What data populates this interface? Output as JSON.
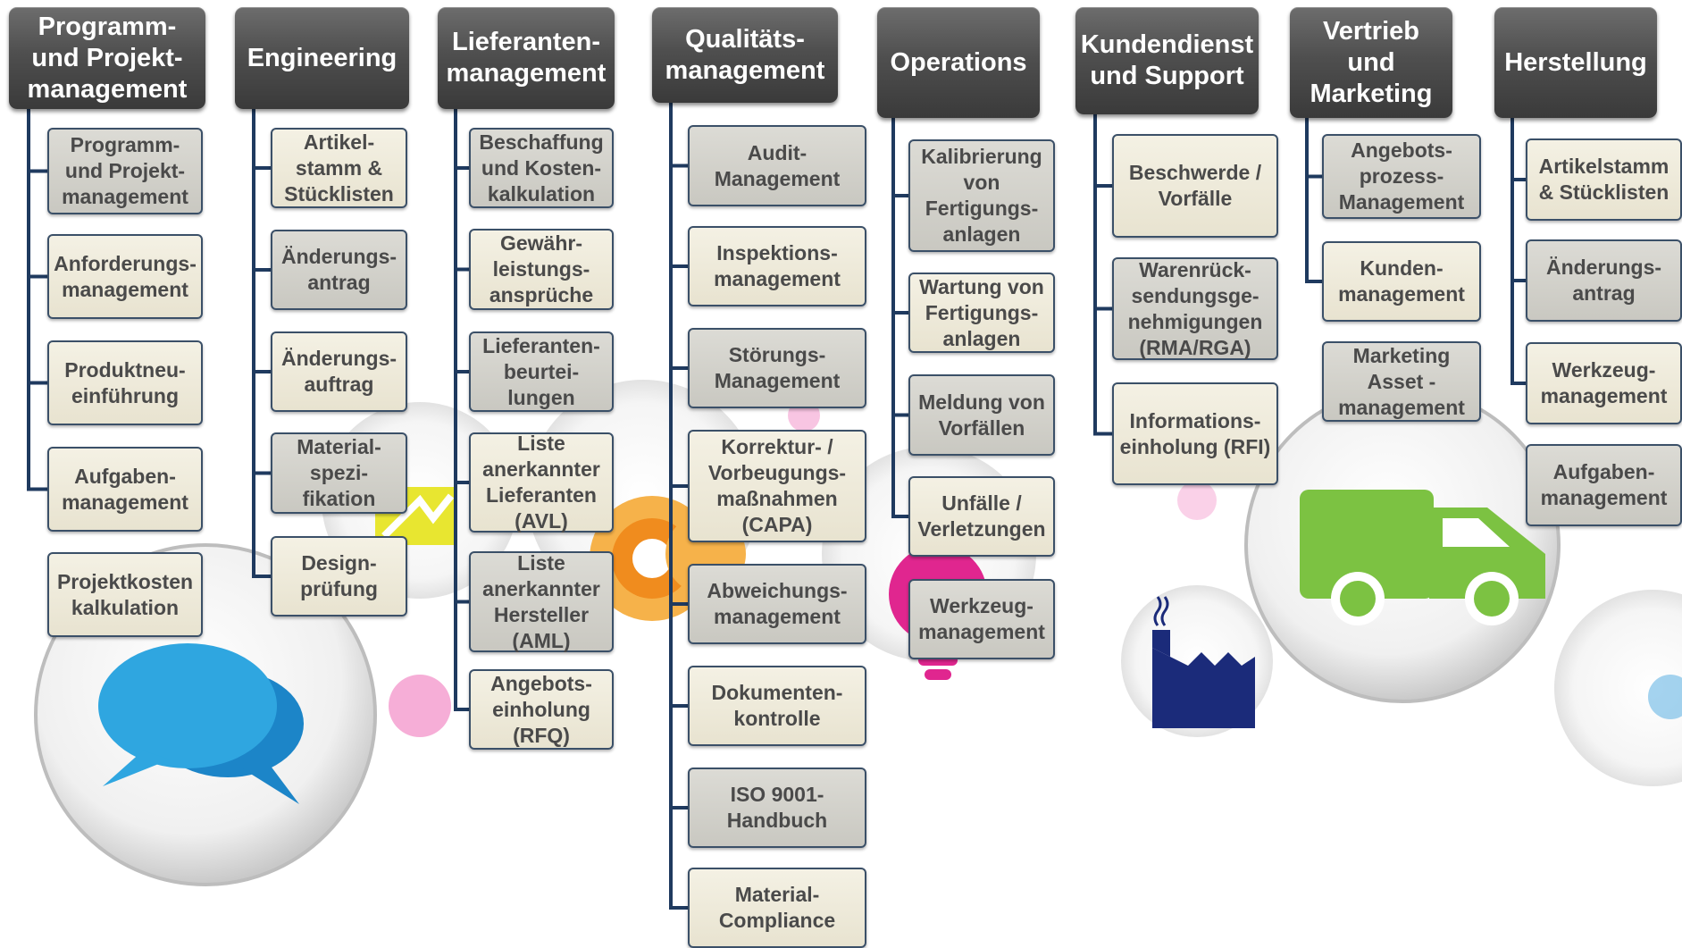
{
  "columns": [
    {
      "title": "Programm-\nund Projekt-\nmanagement",
      "items": [
        "Programm-\nund Projekt-\nmanagement",
        "Anforderungs-\nmanagement",
        "Produktneu-\neinführung",
        "Aufgaben-\nmanagement",
        "Projektkosten\nkalkulation"
      ]
    },
    {
      "title": "Engineering",
      "items": [
        "Artikel-\nstamm &\nStücklisten",
        "Änderungs-\nantrag",
        "Änderungs-\nauftrag",
        "Material-\nspezi-\nfikation",
        "Design-\nprüfung"
      ]
    },
    {
      "title": "Lieferanten-\nmanagement",
      "items": [
        "Beschaffung\nund Kosten-\nkalkulation",
        "Gewähr-\nleistungs-\nansprüche",
        "Lieferanten-\nbeurtei-\nlungen",
        "Liste\nanerkannter\nLieferanten\n(AVL)",
        "Liste\nanerkannter\nHersteller\n(AML)",
        "Angebots-\neinholung\n(RFQ)"
      ]
    },
    {
      "title": "Qualitäts-\nmanagement",
      "items": [
        "Audit-\nManagement",
        "Inspektions-\nmanagement",
        "Störungs-\nManagement",
        "Korrektur- /\nVorbeugungs-\nmaßnahmen\n(CAPA)",
        "Abweichungs-\nmanagement",
        "Dokumenten-\nkontrolle",
        "ISO 9001-\nHandbuch",
        "Material-\nCompliance"
      ]
    },
    {
      "title": "Operations",
      "items": [
        "Kalibrierung\nvon\nFertigungs-\nanlagen",
        "Wartung von\nFertigungs-\nanlagen",
        "Meldung von\nVorfällen",
        "Unfälle /\nVerletzungen",
        "Werkzeug-\nmanagement"
      ]
    },
    {
      "title": "Kundendienst\nund Support",
      "items": [
        "Beschwerde /\nVorfälle",
        "Warenrück-\nsendungsge-\nnehmigungen\n(RMA/RGA)",
        "Informations-\neinholung (RFI)"
      ]
    },
    {
      "title": "Vertrieb\nund\nMarketing",
      "items": [
        "Angebots-\nprozess-\nManagement",
        "Kunden-\nmanagement",
        "Marketing\nAsset -\nmanagement"
      ]
    },
    {
      "title": "Herstellung",
      "items": [
        "Artikelstamm\n& Stücklisten",
        "Änderungs-\nantrag",
        "Werkzeug-\nmanagement",
        "Aufgaben-\nmanagement"
      ]
    }
  ],
  "colors": {
    "header_bg": "#4f4f4f",
    "box_light": "#efebdc",
    "box_grey": "#d2d1ca",
    "box_border": "#3b5068",
    "connector": "#1f3a5f",
    "text_dark": "#4a4a4a"
  },
  "background_icons": [
    "speech-bubble-icon",
    "lightbulb-icon",
    "gear-icon",
    "chart-arrow-icon",
    "factory-icon",
    "delivery-van-icon"
  ]
}
